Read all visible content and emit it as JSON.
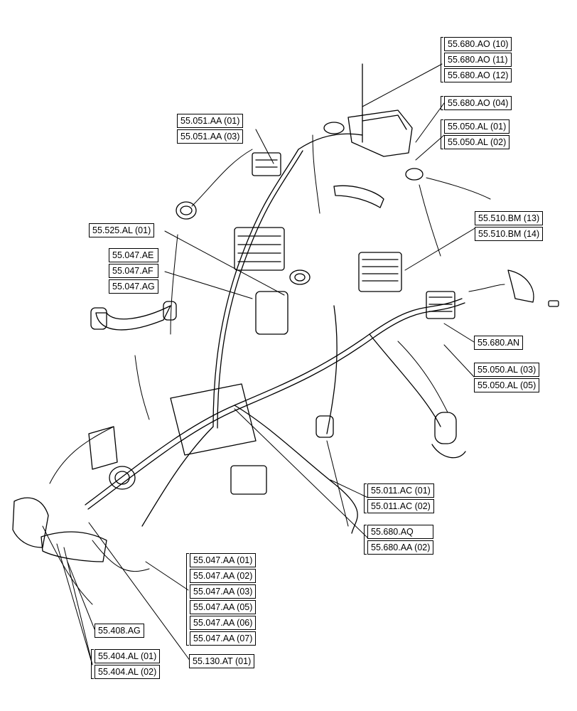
{
  "diagram": {
    "callouts": {
      "top_right": [
        "55.680.AO (10)",
        "55.680.AO (11)",
        "55.680.AO (12)"
      ],
      "ao04": [
        "55.680.AO (04)"
      ],
      "al0102": [
        "55.050.AL (01)",
        "55.050.AL (02)"
      ],
      "aa0103": [
        "55.051.AA (01)",
        "55.051.AA (03)"
      ],
      "bm": [
        "55.510.BM (13)",
        "55.510.BM (14)"
      ],
      "al525": [
        "55.525.AL (01)"
      ],
      "ae": [
        "55.047.AE",
        "55.047.AF",
        "55.047.AG"
      ],
      "an": [
        "55.680.AN"
      ],
      "al0305": [
        "55.050.AL (03)",
        "55.050.AL (05)"
      ],
      "ac": [
        "55.011.AC (01)",
        "55.011.AC (02)"
      ],
      "aq": [
        "55.680.AQ",
        "55.680.AA (02)"
      ],
      "aa047": [
        "55.047.AA (01)",
        "55.047.AA (02)",
        "55.047.AA (03)",
        "55.047.AA (05)",
        "55.047.AA (06)",
        "55.047.AA (07)"
      ],
      "ag408": [
        "55.408.AG"
      ],
      "at130": [
        "55.130.AT (01)"
      ],
      "al404": [
        "55.404.AL (01)",
        "55.404.AL (02)"
      ]
    }
  }
}
